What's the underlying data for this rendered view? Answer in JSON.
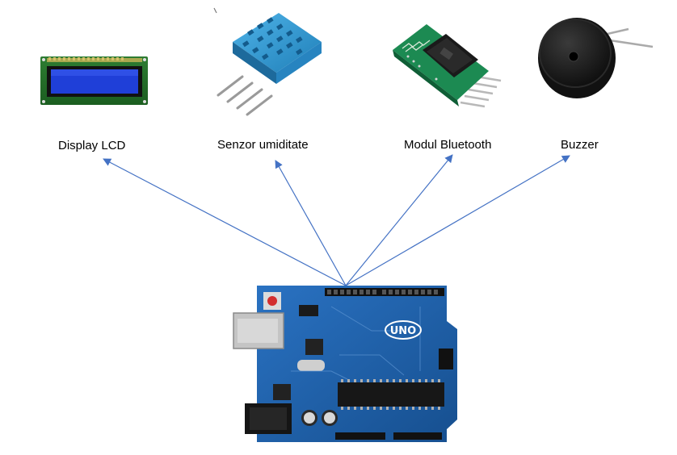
{
  "components": [
    {
      "id": "lcd",
      "label": "Display LCD",
      "icon": "lcd-display-icon"
    },
    {
      "id": "humidity",
      "label": "Senzor umiditate",
      "icon": "dht-sensor-icon"
    },
    {
      "id": "bluetooth",
      "label": "Modul Bluetooth",
      "icon": "bluetooth-module-icon"
    },
    {
      "id": "buzzer",
      "label": "Buzzer",
      "icon": "buzzer-icon"
    }
  ],
  "board": {
    "logo_text": "UNO",
    "icon": "arduino-uno-board-icon"
  },
  "colors": {
    "arrow": "#4472c4",
    "pcb": "#1d5fa8",
    "lcd_screen": "#1f3fd8",
    "sensor": "#2b8fcf",
    "bluetooth_pcb": "#1c8a52",
    "buzzer": "#1a1a1a"
  }
}
